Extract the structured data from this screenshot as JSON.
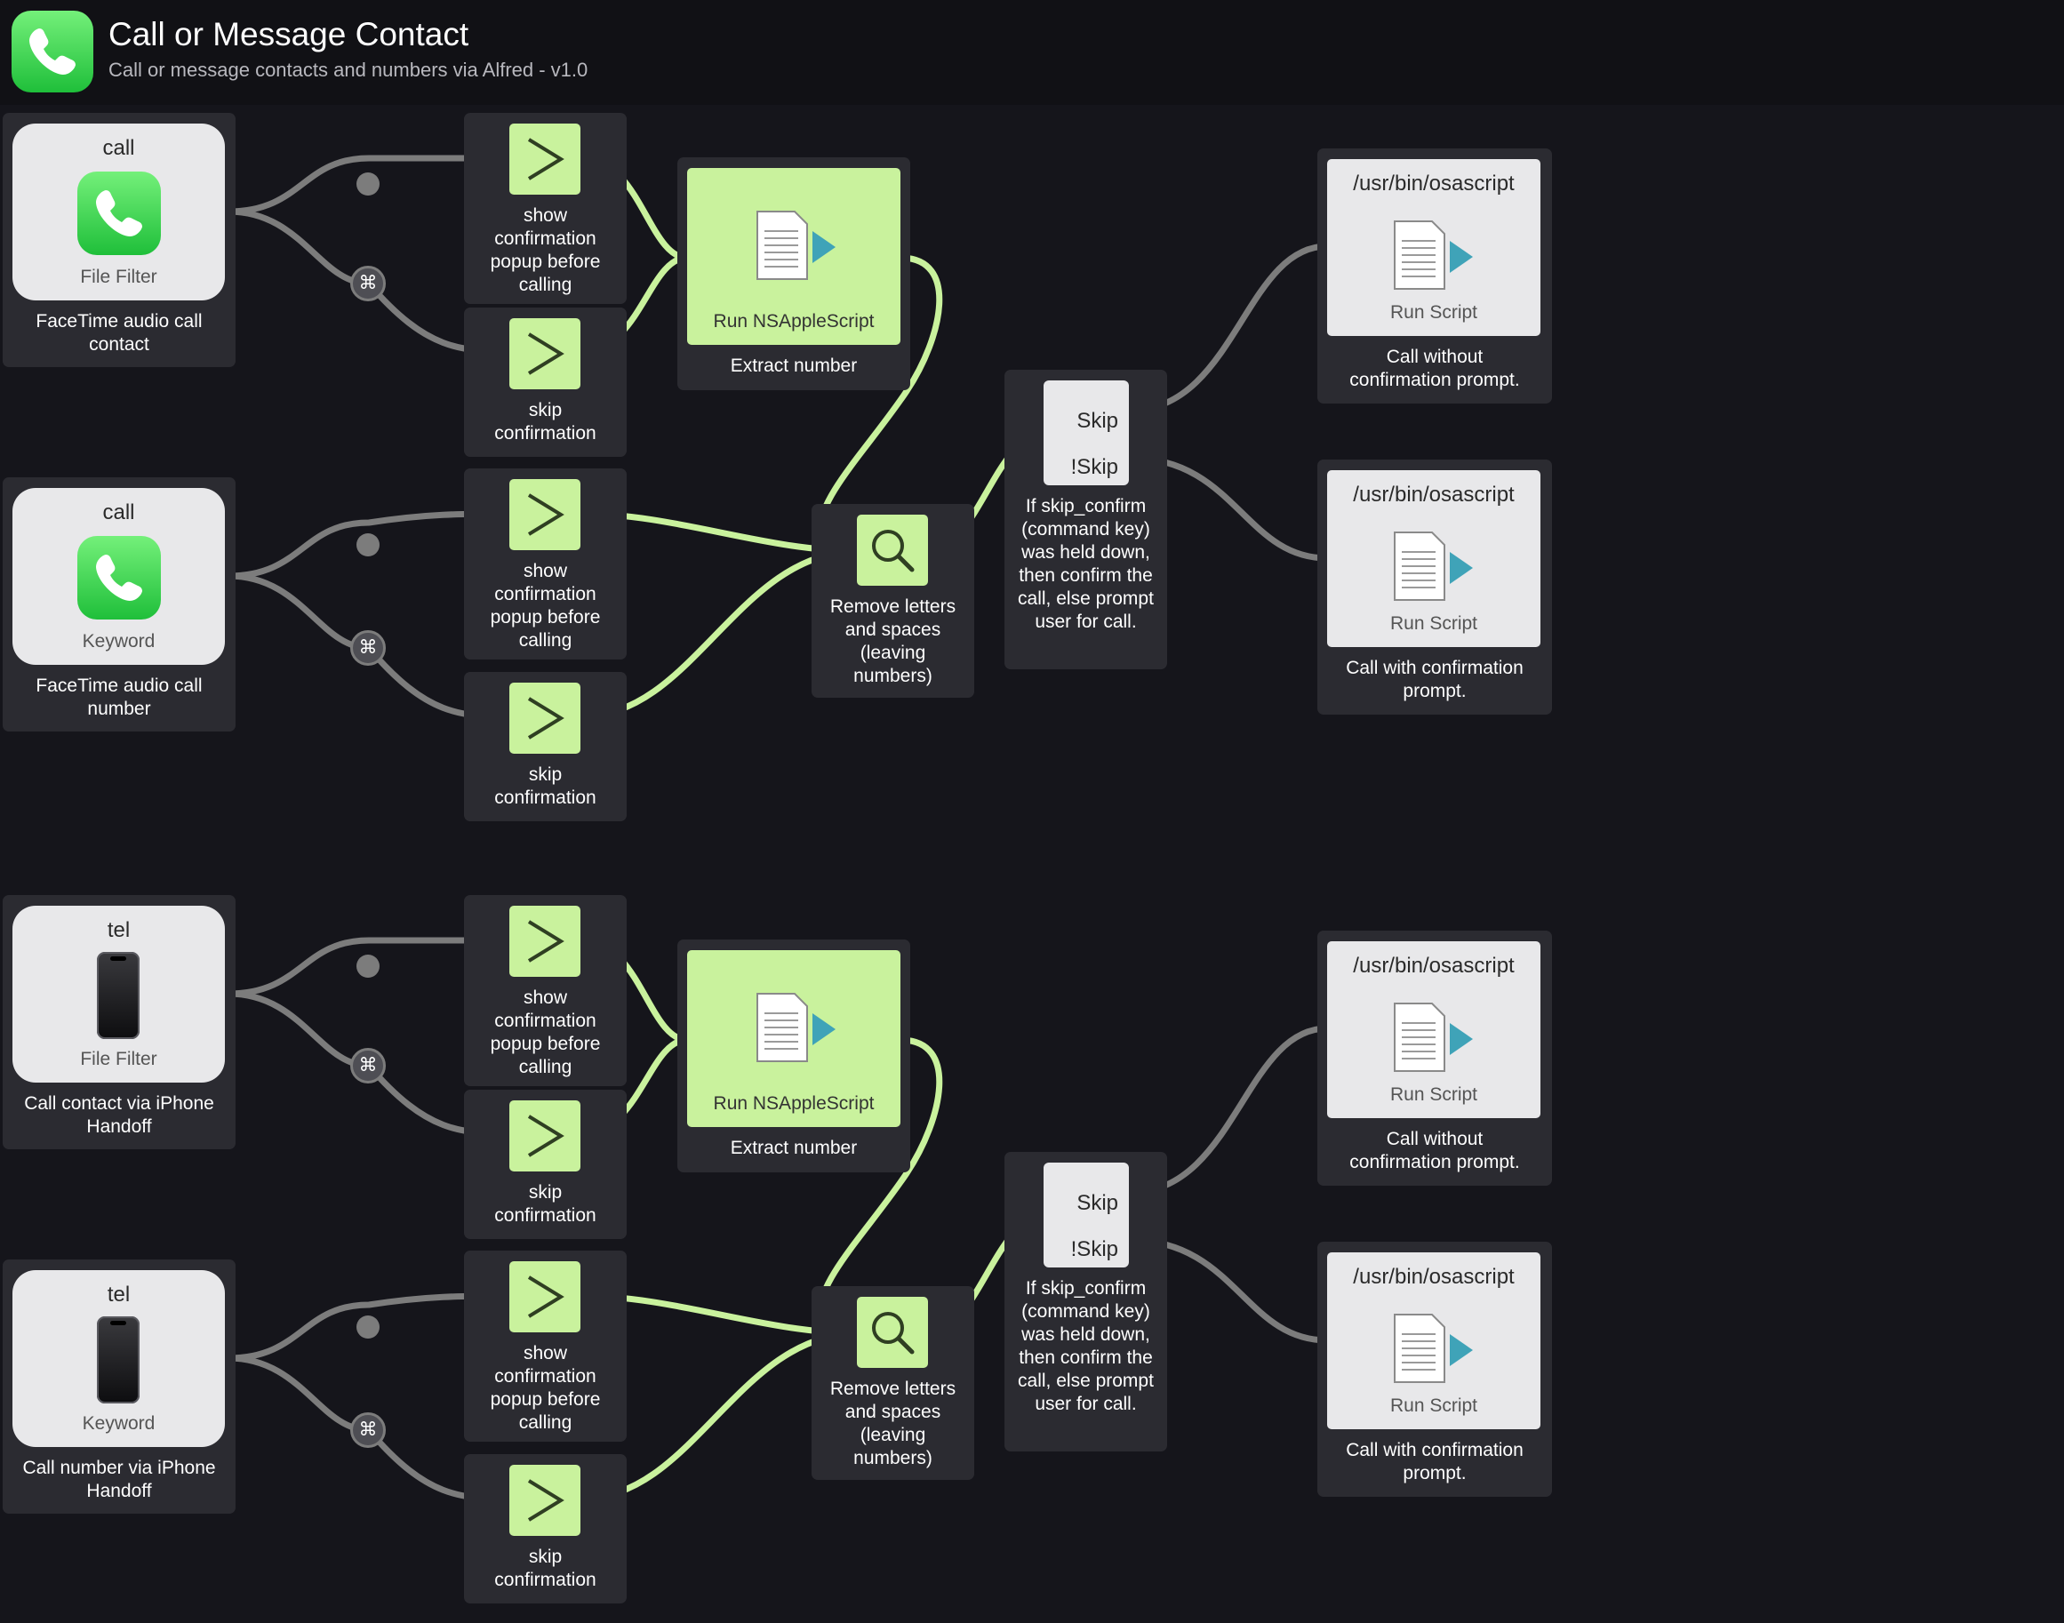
{
  "header": {
    "title": "Call or Message Contact",
    "subtitle": "Call or message contacts and numbers via Alfred - v1.0"
  },
  "icons": {
    "app": "phone-icon",
    "facetime": "phone-icon",
    "iphone": "iphone-icon",
    "arg": "chevron-right-icon",
    "script": "script-document-icon",
    "filter": "magnifier-icon",
    "modifier": "command-key-icon"
  },
  "colors": {
    "background": "#15151b",
    "node": "#2b2b31",
    "active_green": "#c9f29d",
    "wire_green": "#c9f29d",
    "wire_gray": "#7c7c7c"
  },
  "trigger_nodes": [
    {
      "top": "call",
      "bottom": "File Filter",
      "label": "FaceTime audio call contact"
    },
    {
      "top": "call",
      "bottom": "Keyword",
      "label": "FaceTime audio call number"
    },
    {
      "top": "tel",
      "bottom": "File Filter",
      "label": "Call contact via iPhone Handoff"
    },
    {
      "top": "tel",
      "bottom": "Keyword",
      "label": "Call number via iPhone Handoff"
    }
  ],
  "args_nodes": [
    {
      "label": "show confirmation popup before calling"
    },
    {
      "label": "skip confirmation"
    },
    {
      "label": "show confirmation popup before calling"
    },
    {
      "label": "skip confirmation"
    },
    {
      "label": "show confirmation popup before calling"
    },
    {
      "label": "skip confirmation"
    },
    {
      "label": "show confirmation popup before calling"
    },
    {
      "label": "skip confirmation"
    }
  ],
  "script_nodes": [
    {
      "title": "Run NSAppleScript",
      "label": "Extract number"
    },
    {
      "title": "Run NSAppleScript",
      "label": "Extract number"
    }
  ],
  "filter_nodes": [
    {
      "label": "Remove letters and spaces (leaving numbers)"
    },
    {
      "label": "Remove letters and spaces (leaving numbers)"
    }
  ],
  "conditional_nodes": [
    {
      "skip": "Skip",
      "not_skip": "!Skip",
      "label": "If skip_confirm (command key) was held down, then confirm the call, else prompt user for call."
    },
    {
      "skip": "Skip",
      "not_skip": "!Skip",
      "label": "If skip_confirm (command key) was held down, then confirm the call, else prompt user for call."
    }
  ],
  "run_script_nodes": [
    {
      "path": "/usr/bin/osascript",
      "title": "Run Script",
      "label": "Call without confirmation prompt."
    },
    {
      "path": "/usr/bin/osascript",
      "title": "Run Script",
      "label": "Call with confirmation prompt."
    },
    {
      "path": "/usr/bin/osascript",
      "title": "Run Script",
      "label": "Call without confirmation prompt."
    },
    {
      "path": "/usr/bin/osascript",
      "title": "Run Script",
      "label": "Call with confirmation prompt."
    }
  ],
  "modifier_badges": [
    {
      "symbol": "⌘"
    },
    {
      "symbol": "⌘"
    },
    {
      "symbol": "⌘"
    },
    {
      "symbol": "⌘"
    }
  ]
}
